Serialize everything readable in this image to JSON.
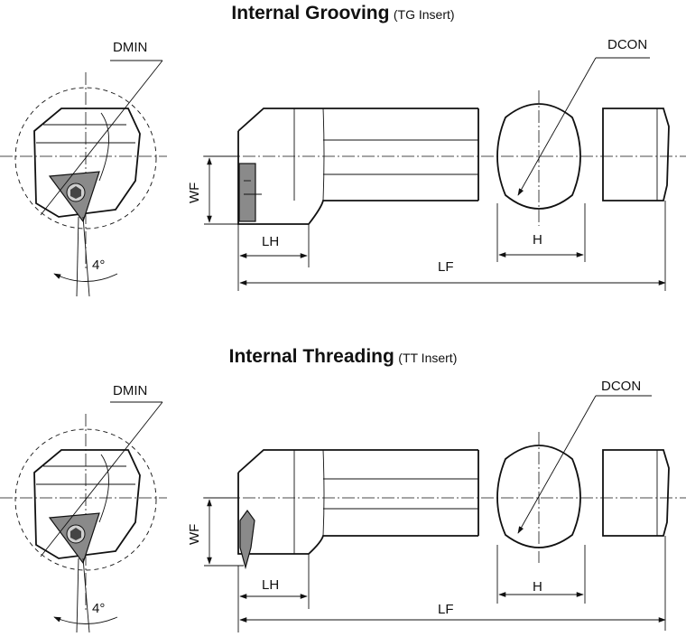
{
  "sections": [
    {
      "title": "Internal Grooving",
      "subtitle": "(TG Insert)",
      "labels": {
        "dmin": "DMIN",
        "dcon": "DCON",
        "wf": "WF",
        "lh": "LH",
        "h": "H",
        "lf": "LF",
        "angle": "4°"
      }
    },
    {
      "title": "Internal Threading",
      "subtitle": "(TT Insert)",
      "labels": {
        "dmin": "DMIN",
        "dcon": "DCON",
        "wf": "WF",
        "lh": "LH",
        "h": "H",
        "lf": "LF",
        "angle": "4°"
      }
    }
  ],
  "colors": {
    "line": "#111111",
    "insert": "#8a8a8a",
    "background": "#ffffff"
  }
}
